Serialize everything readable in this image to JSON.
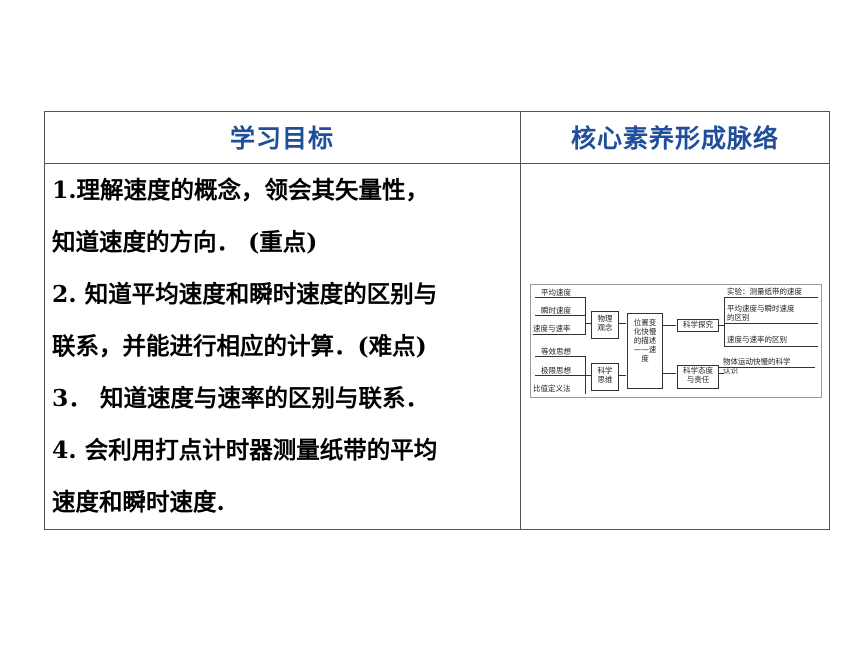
{
  "table": {
    "header_left": "学习目标",
    "header_right": "核心素养形成脉络",
    "goals": [
      "1.理解速度的概念，领会其矢量性，",
      "知道速度的方向．   (重点)",
      "2. 知道平均速度和瞬时速度的区别与",
      "联系，并能进行相应的计算．(难点)",
      "3．  知道速度与速率的区别与联系．",
      "4. 会利用打点计时器测量纸带的平均",
      "速度和瞬时速度."
    ]
  },
  "diagram": {
    "left_items": [
      "平均速度",
      "瞬时速度",
      "速度与速率",
      "等效思想",
      "极限思想",
      "比值定义法"
    ],
    "physics_concept": "物理\n观念",
    "science_thinking": "科学\n思维",
    "center": "位置变\n化快慢\n的描述\n——速\n度",
    "science_inquiry": "科学探究",
    "science_attitude": "科学态度\n与责任",
    "right_items": [
      "实验：测量纸带的速度",
      "平均速度与瞬时速度\n的区别",
      "速度与速率的区别",
      "物体运动快慢的科学\n认识"
    ]
  }
}
